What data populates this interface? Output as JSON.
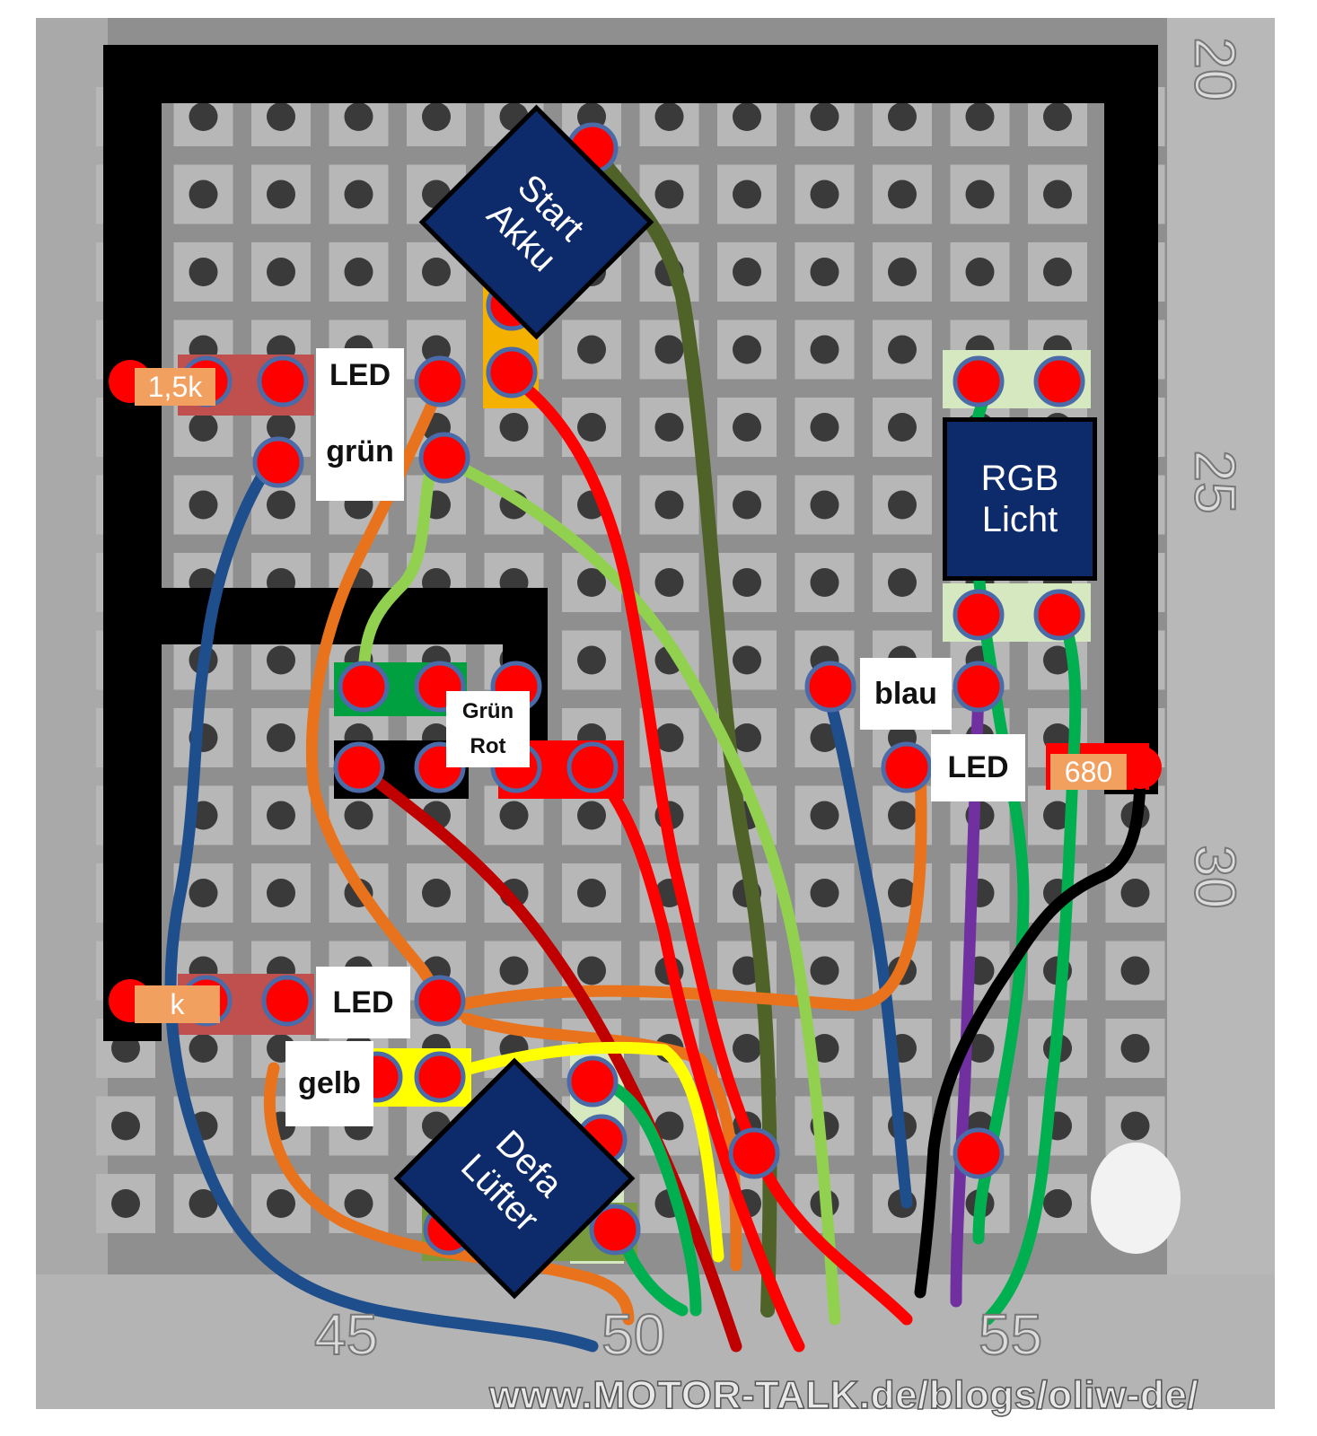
{
  "labels": {
    "led_top": "LED",
    "gruen": "grün",
    "res_15k": "1,5k",
    "led_bottom": "LED",
    "gelb": "gelb",
    "res_bottom": "k",
    "blau": "blau",
    "led_right": "LED",
    "res_680": "680",
    "gruen_cap": "Grün",
    "rot": "Rot"
  },
  "boxes": {
    "start_akku": [
      "Start",
      "Akku"
    ],
    "rgb_licht": [
      "RGB",
      "Licht"
    ],
    "defa_luefter": [
      "Defa",
      "Lüfter"
    ]
  },
  "edge_numbers": {
    "n20": "20",
    "n25": "25",
    "n30": "30",
    "n45": "45",
    "n50": "50",
    "n55": "55"
  },
  "watermark": "www.MOTOR-TALK.de/blogs/oliw-de/",
  "colors": {
    "board": "#8a8a8a",
    "pad": "#b4b4b4",
    "trace_black": "#000000",
    "pin_red": "#ff0000",
    "box_navy": "#0d2a6b",
    "wire_blue": "#1f4e8c",
    "wire_orange": "#e8731c",
    "wire_red": "#ff0000",
    "wire_darkred": "#c00000",
    "wire_olive": "#4f6228",
    "wire_lightgreen": "#92d050",
    "wire_green": "#00b050",
    "wire_purple": "#7030a0",
    "wire_yellow": "#ffff00"
  }
}
